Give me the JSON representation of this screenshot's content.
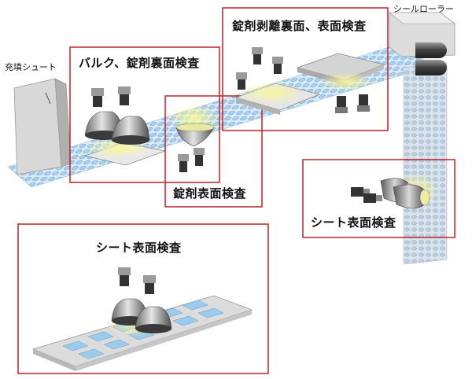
{
  "labels": {
    "filling_chute": "充填シュート",
    "seal_roller": "シールローラー",
    "bulk_inspection": "バルク、錠剤裏面検査",
    "peel_inspection": "錠剤剥離裏面、表面検査",
    "tablet_surface": "錠剤表面検査",
    "sheet_surface_right": "シート表面検査",
    "sheet_surface_bottom": "シート表面検査"
  },
  "colors": {
    "frame": "#c0202a",
    "light": "#f4f06a",
    "film": "#cfe3f2",
    "pocket": "#8fc3ea",
    "camera_dark": "#3a3a3a"
  }
}
